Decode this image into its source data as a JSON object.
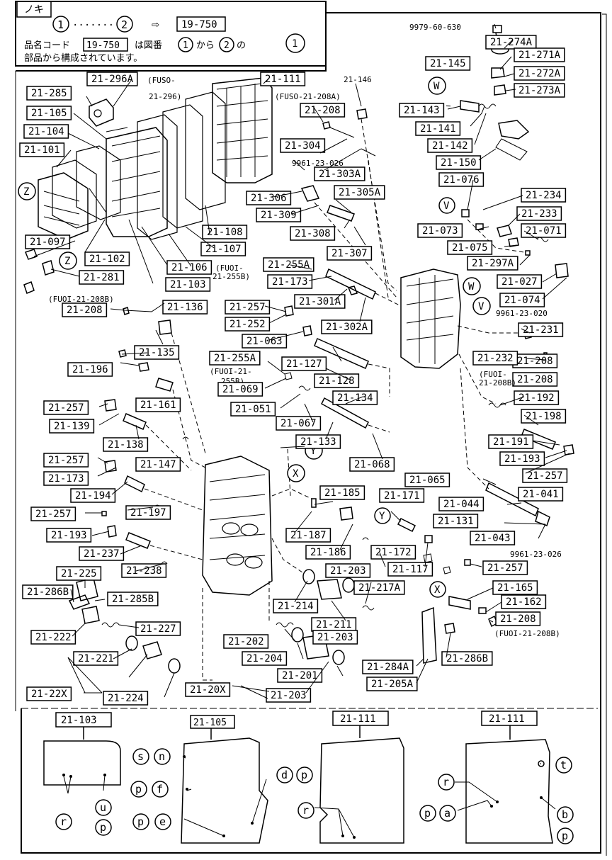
{
  "header": {
    "title": "ノキ",
    "circle_start": "1",
    "dots": "·······",
    "circle_end": "2",
    "arrow": "⇨",
    "code_box": "19-750",
    "line1_a": "品名コード",
    "line1_code": "19-750",
    "line1_b": "は図番",
    "line1_c": "から",
    "line1_d": "の",
    "line2": "部品から構成されています。"
  },
  "callout_circles": [
    "1",
    "W",
    "V",
    "Z",
    "Z",
    "Y",
    "X",
    "Y",
    "X",
    "W",
    "V"
  ],
  "labels": [
    {
      "t": "21-296A",
      "box": true
    },
    {
      "t": "(FUSO-",
      "box": false
    },
    {
      "t": "21-296)",
      "box": false
    },
    {
      "t": "21-111",
      "box": true
    },
    {
      "t": "21-146",
      "box": false
    },
    {
      "t": "9979-60-630",
      "box": false
    },
    {
      "t": "21-274A",
      "box": true
    },
    {
      "t": "21-285",
      "box": true
    },
    {
      "t": "(FUSO-21-208A)",
      "box": false
    },
    {
      "t": "21-271A",
      "box": true
    },
    {
      "t": "21-145",
      "box": true
    },
    {
      "t": "21-272A",
      "box": true
    },
    {
      "t": "21-208",
      "box": true
    },
    {
      "t": "21-273A",
      "box": true
    },
    {
      "t": "21-105",
      "box": true
    },
    {
      "t": "21-143",
      "box": true
    },
    {
      "t": "21-104",
      "box": true
    },
    {
      "t": "21-141",
      "box": true
    },
    {
      "t": "21-304",
      "box": true
    },
    {
      "t": "21-101",
      "box": true
    },
    {
      "t": "21-142",
      "box": true
    },
    {
      "t": "9961-23-026",
      "box": false
    },
    {
      "t": "21-150",
      "box": true
    },
    {
      "t": "21-303A",
      "box": true
    },
    {
      "t": "21-076",
      "box": true
    },
    {
      "t": "21-306",
      "box": true
    },
    {
      "t": "21-305A",
      "box": true
    },
    {
      "t": "21-234",
      "box": true
    },
    {
      "t": "21-309",
      "box": true
    },
    {
      "t": "21-233",
      "box": true
    },
    {
      "t": "21-308",
      "box": true
    },
    {
      "t": "21-073",
      "box": true
    },
    {
      "t": "21-071",
      "box": true
    },
    {
      "t": "21-108",
      "box": true
    },
    {
      "t": "21-097",
      "box": true
    },
    {
      "t": "21-107",
      "box": true
    },
    {
      "t": "21-075",
      "box": true
    },
    {
      "t": "21-307",
      "box": true
    },
    {
      "t": "21-102",
      "box": true
    },
    {
      "t": "21-297A",
      "box": true
    },
    {
      "t": "21-106",
      "box": true
    },
    {
      "t": "(FUOI-",
      "box": false
    },
    {
      "t": "21-255A",
      "box": true
    },
    {
      "t": "21-255B)",
      "box": false
    },
    {
      "t": "21-281",
      "box": true
    },
    {
      "t": "21-027",
      "box": true
    },
    {
      "t": "21-103",
      "box": true
    },
    {
      "t": "21-173",
      "box": true
    },
    {
      "t": "21-074",
      "box": true
    },
    {
      "t": "(FUOI-21-208B)",
      "box": false
    },
    {
      "t": "21-301A",
      "box": true
    },
    {
      "t": "21-208",
      "box": true
    },
    {
      "t": "21-136",
      "box": true
    },
    {
      "t": "21-257",
      "box": true
    },
    {
      "t": "9961-23-020",
      "box": false
    },
    {
      "t": "21-252",
      "box": true
    },
    {
      "t": "21-302A",
      "box": true
    },
    {
      "t": "21-231",
      "box": true
    },
    {
      "t": "21-063",
      "box": true
    },
    {
      "t": "(FUOI-21-208B)",
      "box": false
    },
    {
      "t": "21-208",
      "box": true
    },
    {
      "t": "21-135",
      "box": true
    },
    {
      "t": "21-255A",
      "box": true
    },
    {
      "t": "21-127",
      "box": true
    },
    {
      "t": "21-232",
      "box": true
    },
    {
      "t": "21-196",
      "box": true
    },
    {
      "t": "(FUOI-21-",
      "box": false
    },
    {
      "t": "(FUOI-",
      "box": false
    },
    {
      "t": "21-208",
      "box": true
    },
    {
      "t": "255B)",
      "box": false
    },
    {
      "t": "21-128",
      "box": true
    },
    {
      "t": "21-208B)",
      "box": false
    },
    {
      "t": "21-069",
      "box": true
    },
    {
      "t": "21-134",
      "box": true
    },
    {
      "t": "21-192",
      "box": true
    },
    {
      "t": "21-161",
      "box": true
    },
    {
      "t": "21-257",
      "box": true
    },
    {
      "t": "21-051",
      "box": true
    },
    {
      "t": "21-198",
      "box": true
    },
    {
      "t": "21-139",
      "box": true
    },
    {
      "t": "21-067",
      "box": true
    },
    {
      "t": "21-138",
      "box": true
    },
    {
      "t": "21-133",
      "box": true
    },
    {
      "t": "21-191",
      "box": true
    },
    {
      "t": "21-193",
      "box": true
    },
    {
      "t": "21-257",
      "box": true
    },
    {
      "t": "21-147",
      "box": true
    },
    {
      "t": "21-068",
      "box": true
    },
    {
      "t": "21-173",
      "box": true
    },
    {
      "t": "21-257",
      "box": true
    },
    {
      "t": "21-065",
      "box": true
    },
    {
      "t": "21-185",
      "box": true
    },
    {
      "t": "21-041",
      "box": true
    },
    {
      "t": "21-194",
      "box": true
    },
    {
      "t": "21-171",
      "box": true
    },
    {
      "t": "21-044",
      "box": true
    },
    {
      "t": "21-257",
      "box": true
    },
    {
      "t": "21-197",
      "box": true
    },
    {
      "t": "21-131",
      "box": true
    },
    {
      "t": "21-187",
      "box": true
    },
    {
      "t": "21-193",
      "box": true
    },
    {
      "t": "21-043",
      "box": true
    },
    {
      "t": "21-186",
      "box": true
    },
    {
      "t": "21-172",
      "box": true
    },
    {
      "t": "9961-23-026",
      "box": false
    },
    {
      "t": "21-237",
      "box": true
    },
    {
      "t": "21-117",
      "box": true
    },
    {
      "t": "21-257",
      "box": true
    },
    {
      "t": "21-238",
      "box": true
    },
    {
      "t": "21-203",
      "box": true
    },
    {
      "t": "21-225",
      "box": true
    },
    {
      "t": "21-217A",
      "box": true
    },
    {
      "t": "21-165",
      "box": true
    },
    {
      "t": "21-286B",
      "box": true
    },
    {
      "t": "21-285B",
      "box": true
    },
    {
      "t": "21-214",
      "box": true
    },
    {
      "t": "21-162",
      "box": true
    },
    {
      "t": "21-211",
      "box": true
    },
    {
      "t": "21-208",
      "box": true
    },
    {
      "t": "21-227",
      "box": true
    },
    {
      "t": "(FUOI-21-208B)",
      "box": false
    },
    {
      "t": "21-222",
      "box": true
    },
    {
      "t": "21-202",
      "box": true
    },
    {
      "t": "21-203",
      "box": true
    },
    {
      "t": "21-204",
      "box": true
    },
    {
      "t": "21-286B",
      "box": true
    },
    {
      "t": "21-221",
      "box": true
    },
    {
      "t": "21-201",
      "box": true
    },
    {
      "t": "21-284A",
      "box": true
    },
    {
      "t": "21-22X",
      "box": true
    },
    {
      "t": "21-224",
      "box": true
    },
    {
      "t": "21-20X",
      "box": true
    },
    {
      "t": "21-203",
      "box": true
    },
    {
      "t": "21-205A",
      "box": true
    }
  ],
  "bottom": {
    "panels": [
      "21-103",
      "21-105",
      "21-111",
      "21-111"
    ],
    "letters": [
      "s",
      "n",
      "p",
      "f",
      "p",
      "e",
      "d",
      "p",
      "r",
      "u",
      "p",
      "r",
      "r",
      "p",
      "a",
      "t",
      "b",
      "p"
    ]
  }
}
